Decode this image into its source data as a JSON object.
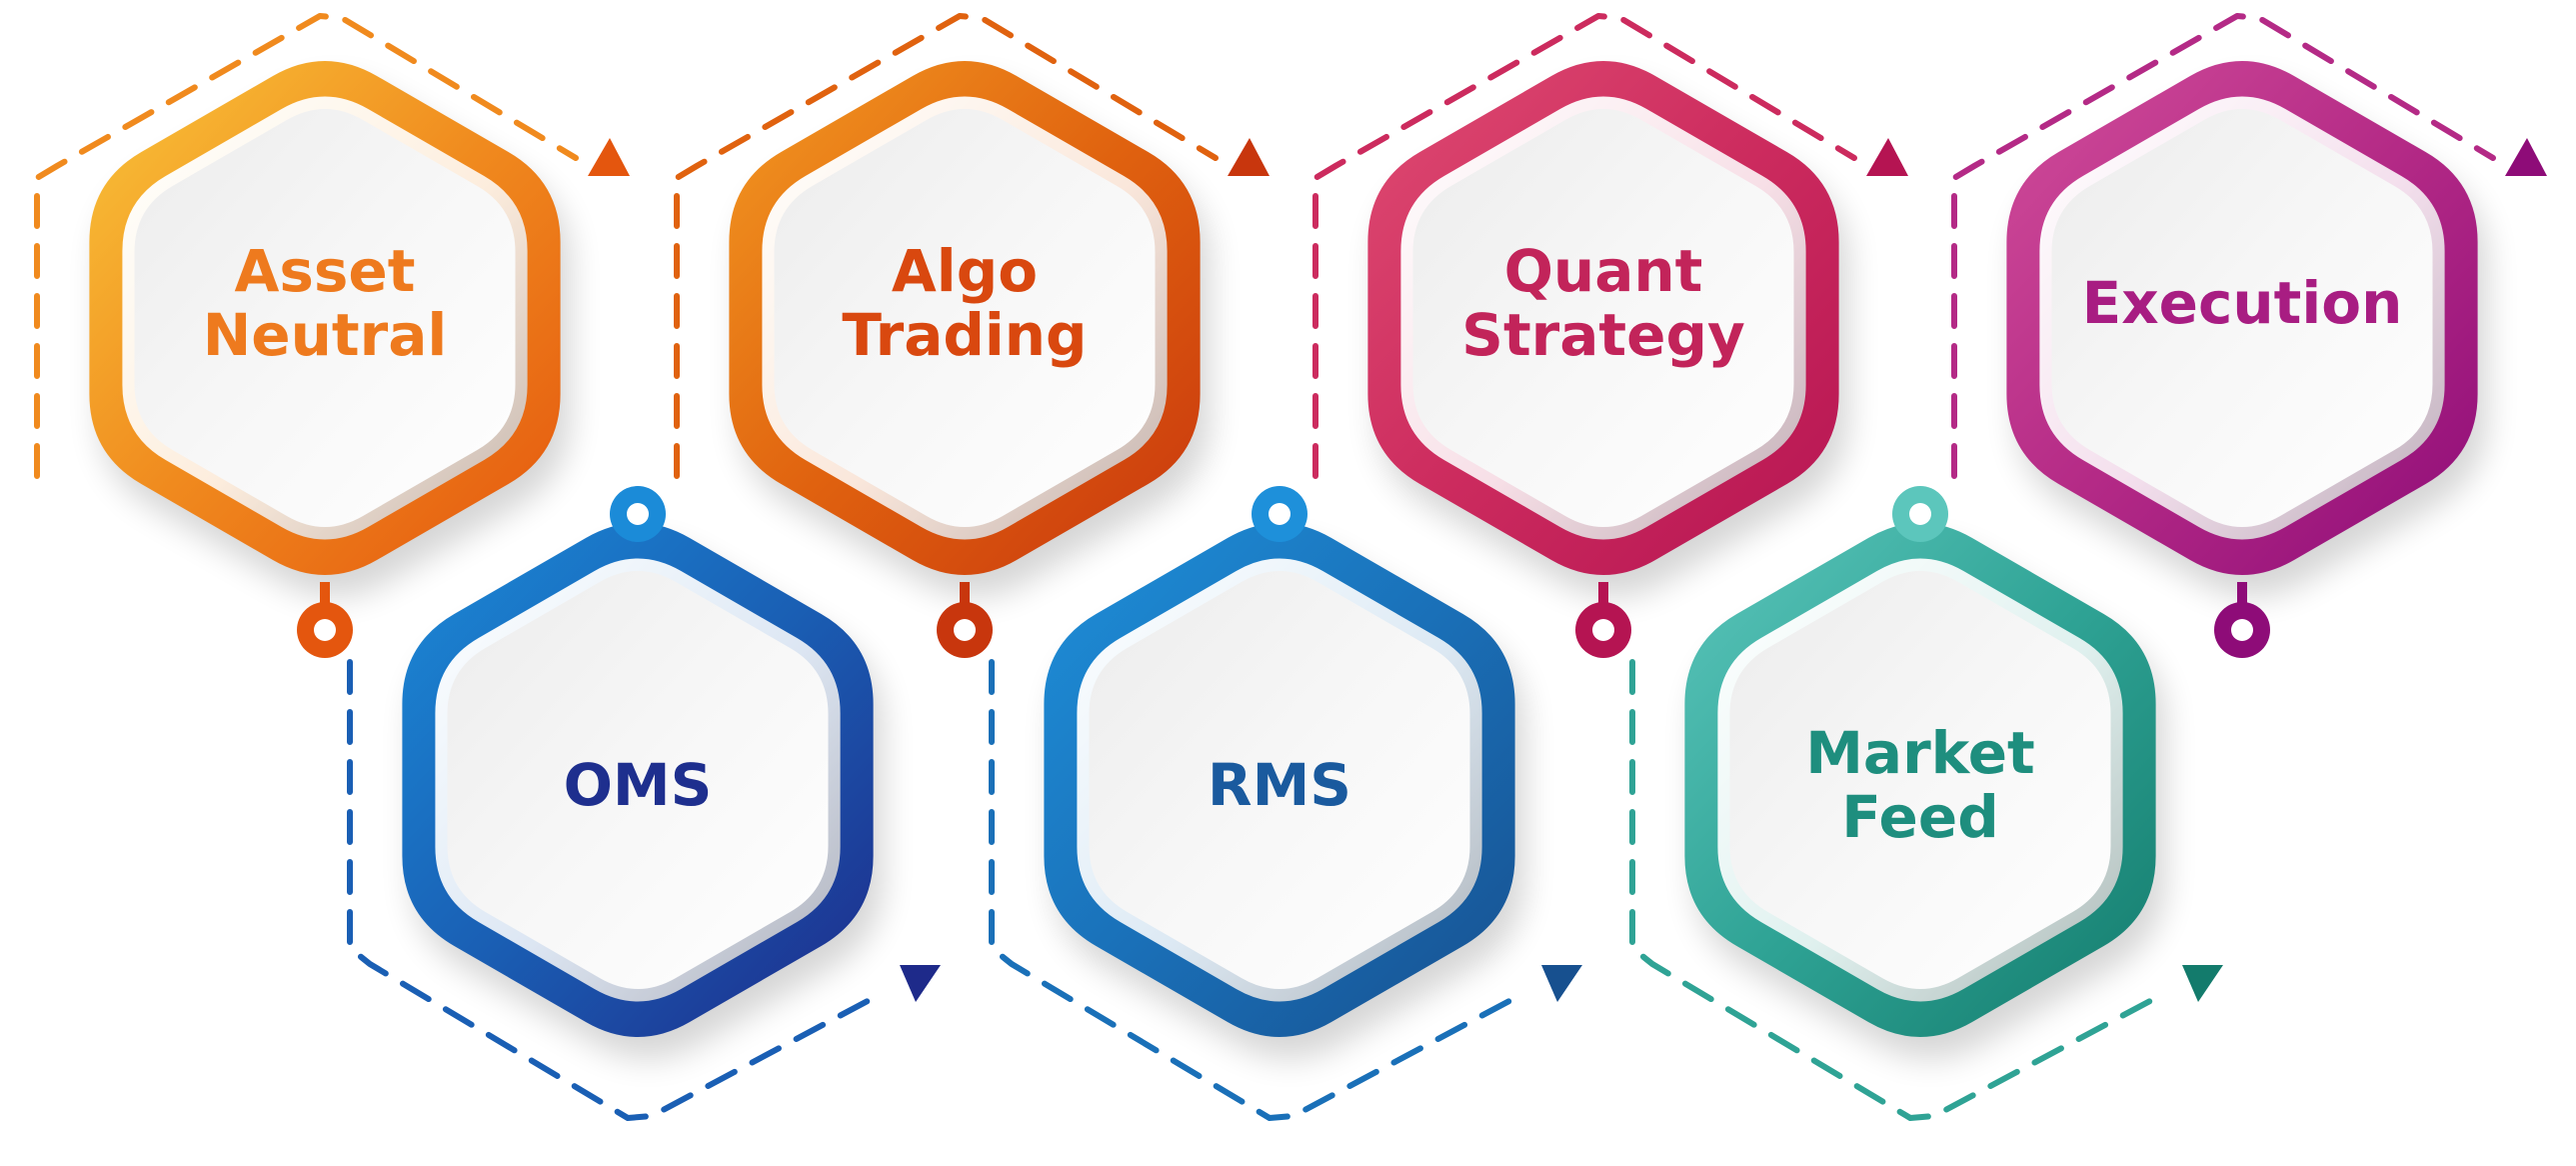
{
  "nodes": [
    {
      "id": "asset-neutral",
      "lines": [
        "Asset",
        "Neutral"
      ],
      "colors": [
        "#F9C53A",
        "#F08A1E",
        "#E4560E"
      ],
      "text_color": "#EE7A1E"
    },
    {
      "id": "algo-trading",
      "lines": [
        "Algo",
        "Trading"
      ],
      "colors": [
        "#F39A22",
        "#E0620F",
        "#C8360D"
      ],
      "text_color": "#D9480F"
    },
    {
      "id": "quant-strategy",
      "lines": [
        "Quant",
        "Strategy"
      ],
      "colors": [
        "#DF4B72",
        "#CC2B5E",
        "#B51452"
      ],
      "text_color": "#C2245A"
    },
    {
      "id": "execution",
      "lines": [
        "Execution"
      ],
      "colors": [
        "#D14D9A",
        "#B42A86",
        "#8E0C78"
      ],
      "text_color": "#A81D82"
    },
    {
      "id": "oms",
      "lines": [
        "OMS"
      ],
      "colors": [
        "#1B8BD8",
        "#1A5FB4",
        "#1E2A8A"
      ],
      "text_color": "#1E2F8E"
    },
    {
      "id": "rms",
      "lines": [
        "RMS"
      ],
      "colors": [
        "#1E90DA",
        "#1A70B8",
        "#17508F"
      ],
      "text_color": "#1A5A9E"
    },
    {
      "id": "market-feed",
      "lines": [
        "Market",
        "Feed"
      ],
      "colors": [
        "#5CC6BC",
        "#2FA395",
        "#137B6C"
      ],
      "text_color": "#1E8E7E"
    }
  ]
}
